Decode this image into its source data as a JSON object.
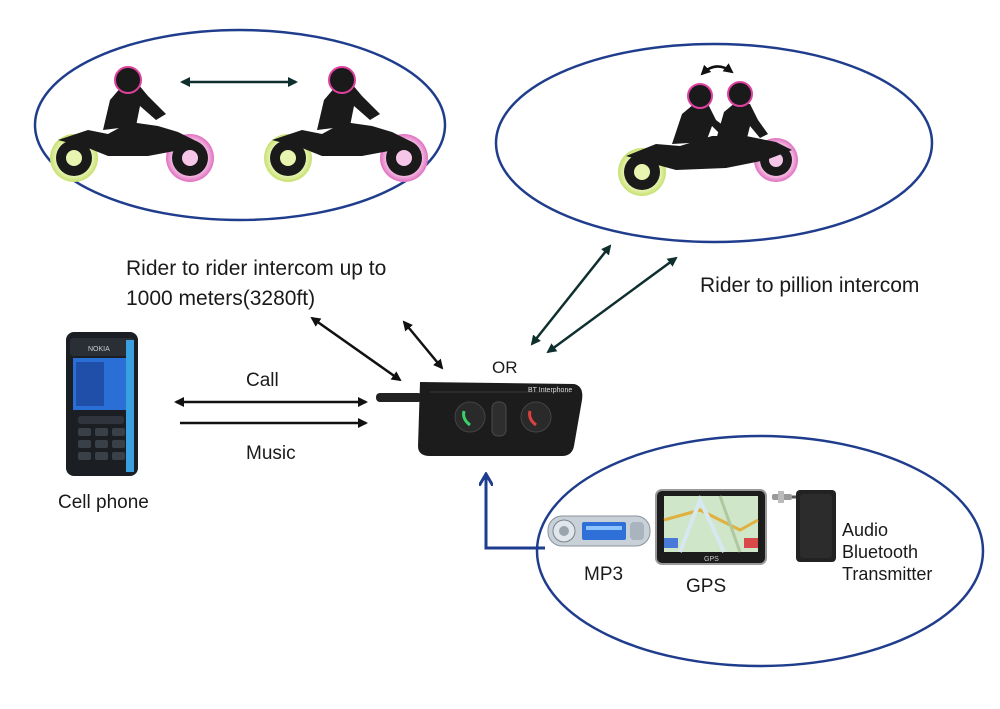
{
  "labels": {
    "rider_to_rider_line1": "Rider to rider intercom up to",
    "rider_to_rider_line2": "1000 meters(3280ft)",
    "rider_to_pillion": "Rider to pillion intercom",
    "or": "OR",
    "call": "Call",
    "music": "Music",
    "cell_phone": "Cell phone",
    "mp3": "MP3",
    "gps": "GPS",
    "audio_bt_line1": "Audio",
    "audio_bt_line2": "Bluetooth",
    "audio_bt_line3": "Transmitter"
  },
  "device_text": {
    "intercom_brand": "BT Interphone",
    "gps_screen": "GPS",
    "phone_brand": "NOKIA"
  },
  "colors": {
    "ellipse_stroke": "#1f3d8c",
    "arrow_dark": "#0f2f2f",
    "arrow_blue": "#1e3d8f",
    "silhouette": "#1a1a1a",
    "wheel_glow": "#e8f5b0",
    "rear_glow": "#f5c6e8",
    "helmet_glow": "#e040a0",
    "intercom_body": "#1c1c1c"
  }
}
